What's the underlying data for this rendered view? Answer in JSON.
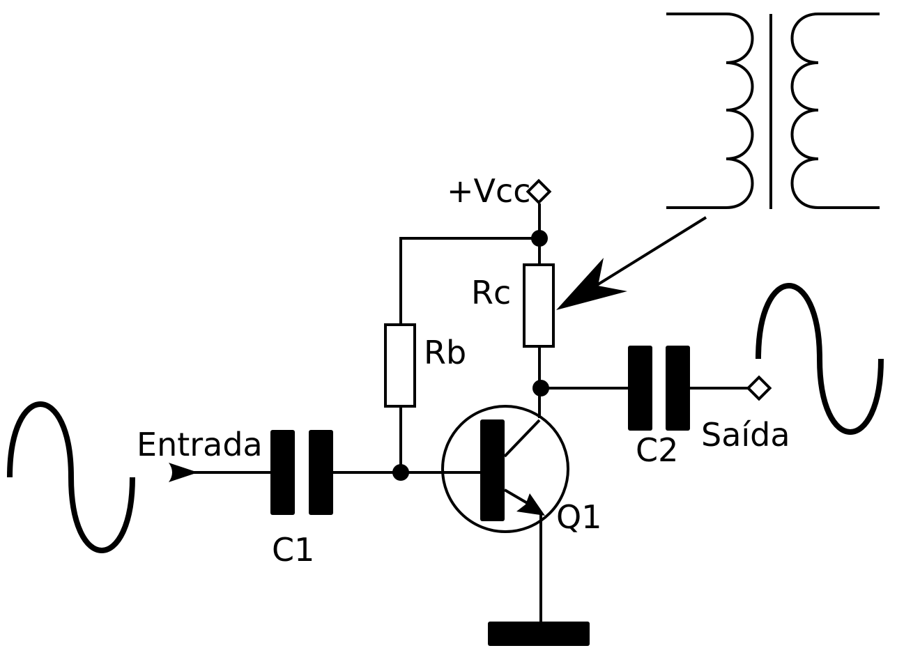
{
  "labels": {
    "vcc": "+Vcc",
    "rc": "Rc",
    "rb": "Rb",
    "entrada": "Entrada",
    "c1": "C1",
    "c2": "C2",
    "saida": "Saída",
    "q1": "Q1"
  },
  "components": [
    {
      "id": "transformer",
      "type": "transformer"
    },
    {
      "id": "Rc",
      "type": "resistor"
    },
    {
      "id": "Rb",
      "type": "resistor"
    },
    {
      "id": "C1",
      "type": "capacitor"
    },
    {
      "id": "C2",
      "type": "capacitor"
    },
    {
      "id": "Q1",
      "type": "npn-transistor"
    },
    {
      "id": "ground",
      "type": "ground"
    },
    {
      "id": "vcc-terminal",
      "type": "terminal"
    },
    {
      "id": "output-terminal",
      "type": "terminal"
    },
    {
      "id": "input-signal",
      "type": "sine-wave"
    },
    {
      "id": "output-signal",
      "type": "sine-wave"
    }
  ],
  "colors": {
    "stroke": "#000000",
    "background": "#ffffff"
  }
}
